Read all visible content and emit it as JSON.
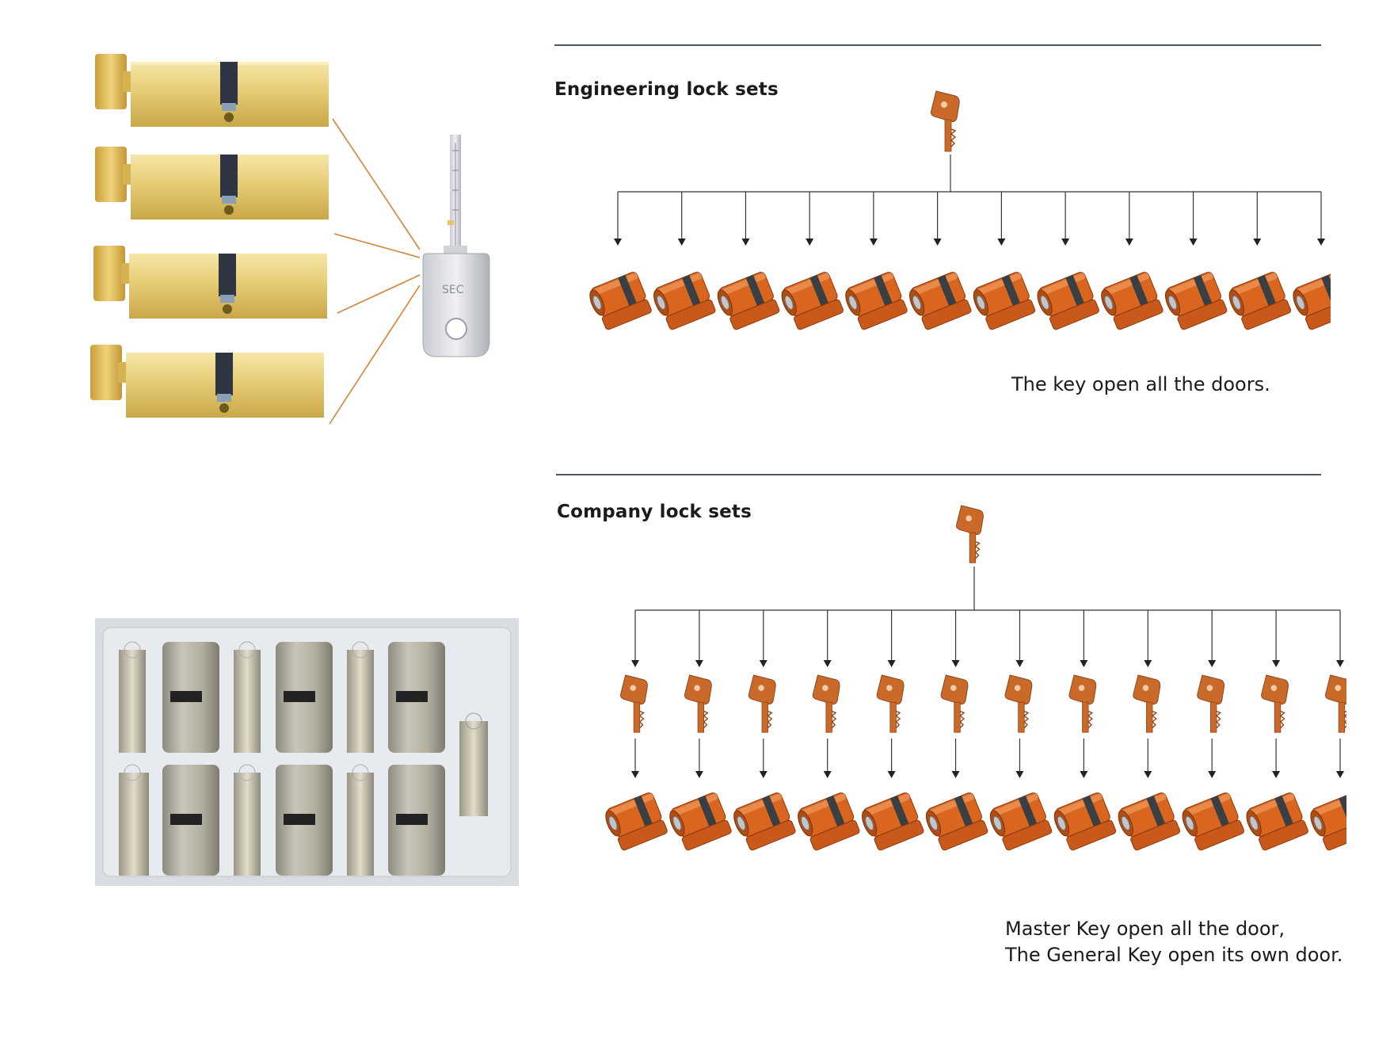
{
  "engineering": {
    "title": "Engineering lock sets",
    "caption": "The key open all the doors.",
    "lock_count": 12
  },
  "company": {
    "title": "Company lock sets",
    "caption_line1": "Master Key open all the door,",
    "caption_line2": "The General Key open its own door.",
    "lock_count": 12,
    "general_key_count": 12
  },
  "photos": {
    "brass_cylinder_count": 4,
    "tray_cylinder_count": 6
  },
  "colors": {
    "brass": "#e3c46a",
    "lock_orange": "#d9651e",
    "lock_band": "#3a3f44",
    "key_copper": "#c96a2a",
    "connector": "#d4843a",
    "rule": "#4a5560"
  }
}
